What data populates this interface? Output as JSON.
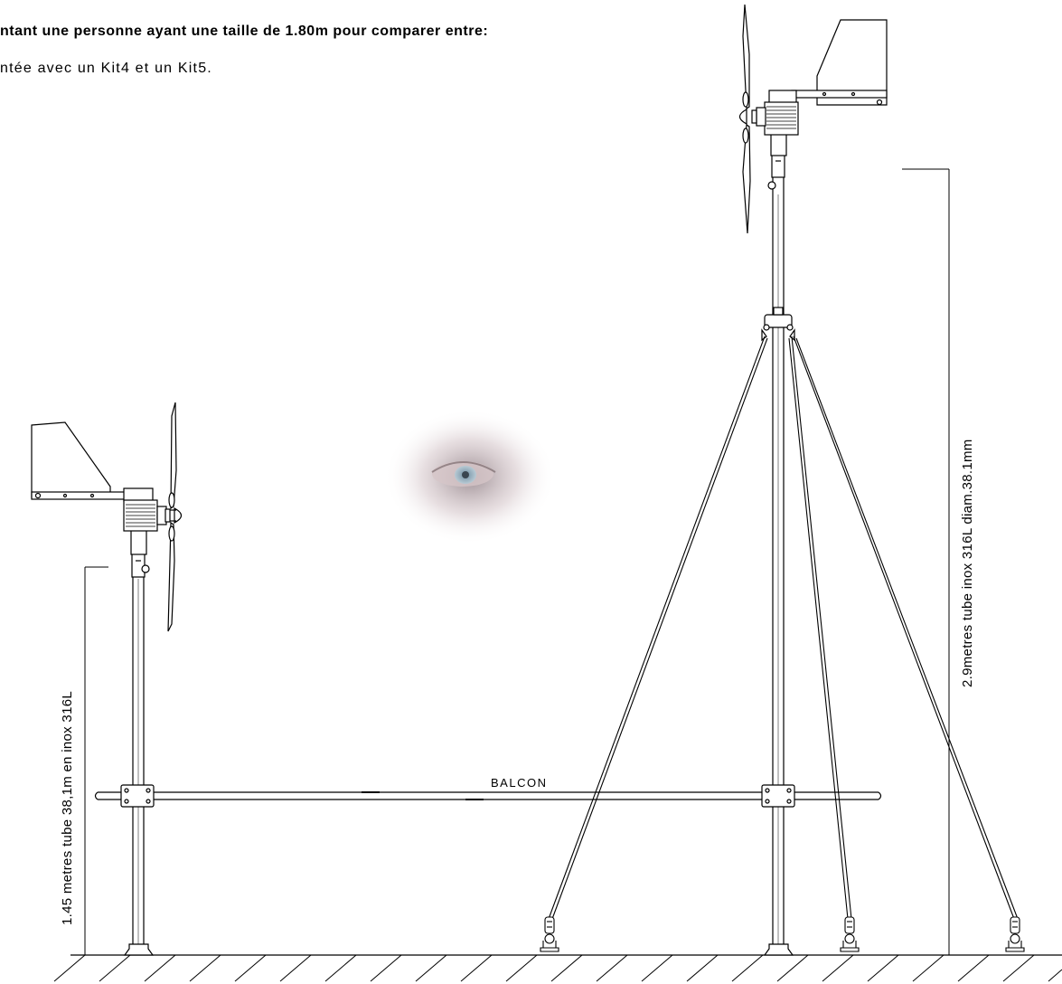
{
  "header": {
    "line1": "ntant une personne ayant une taille de 1.80m pour comparer entre:",
    "line2": "ntée avec un Kit4 et un Kit5."
  },
  "labels": {
    "left_mast": "1.45 metres tube 38,1m en inox 316L",
    "right_mast": "2.9metres tube inox 316L diam.38.1mm",
    "balcony": "BALCON"
  },
  "colors": {
    "ink": "#000000",
    "background": "#ffffff"
  }
}
